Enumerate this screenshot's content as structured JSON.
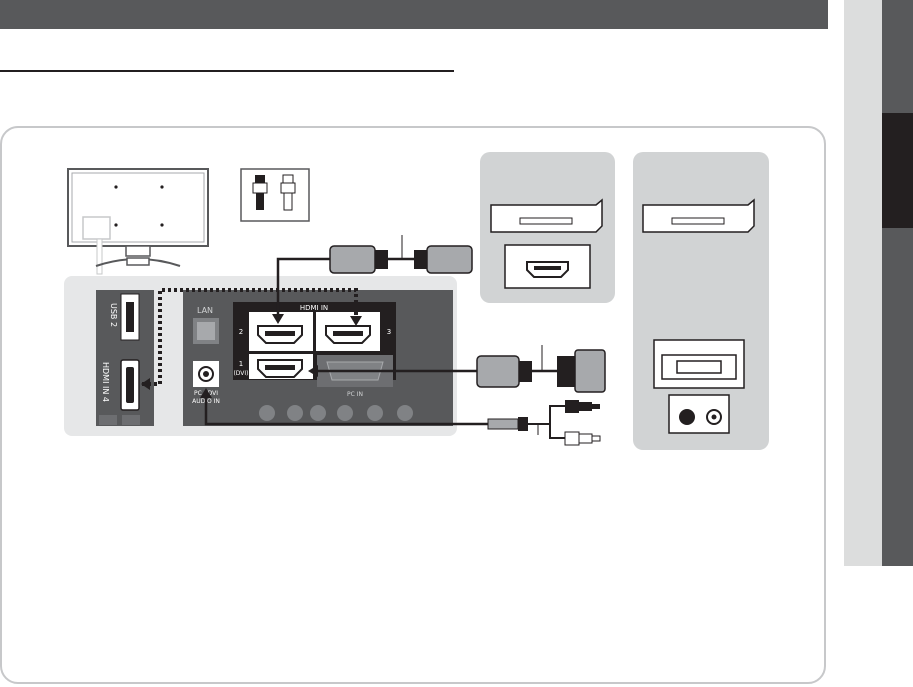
{
  "panel": {
    "lan_label": "LAN",
    "hdmi_in_label": "HDMI IN",
    "hdmi_port_2": "2",
    "hdmi_port_3": "3",
    "hdmi_port_1_num": "1",
    "hdmi_port_1_dvi": "(DVI)",
    "pc_in_label": "PC IN",
    "audio_in_line1": "PC / DVI",
    "audio_in_line2": "AUDIO IN",
    "usb_label": "USB 2",
    "hdmi4_label": "HDMI IN 4"
  },
  "colors": {
    "header_bar": "#58595b",
    "panel_bg": "#e6e7e8",
    "device_box": "#d1d3d4",
    "frame_border": "#c7c8ca",
    "dark": "#231f20"
  }
}
